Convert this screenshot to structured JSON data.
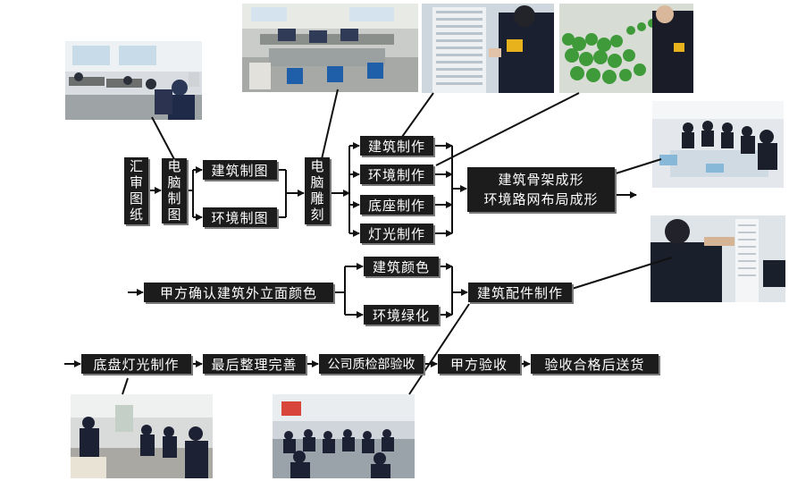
{
  "nodes": {
    "review": "汇审图纸",
    "cad": "电脑制图",
    "arch_draw": "建筑制图",
    "env_draw": "环境制图",
    "engrave": "电脑雕刻",
    "arch_make": "建筑制作",
    "env_make": "环境制作",
    "base_make": "底座制作",
    "light_make": "灯光制作",
    "skeleton_line1": "建筑骨架成形",
    "skeleton_line2": "环境路网布局成形",
    "client_confirm": "甲方确认建筑外立面颜色",
    "arch_color": "建筑颜色",
    "env_green": "环境绿化",
    "parts_make": "建筑配件制作",
    "chassis_light": "底盘灯光制作",
    "final_polish": "最后整理完善",
    "qc_check": "公司质检部验收",
    "client_accept": "甲方验收",
    "delivery": "验收合格后送货"
  },
  "photos": {
    "office_cad": "computer-room-photo",
    "workshop": "workshop-photo",
    "building_model": "building-model-photo",
    "tree_model": "greenery-model-photo",
    "team_table": "assembly-team-photo",
    "tower_parts": "tower-parts-photo",
    "bench_work": "workbench-photo",
    "hall": "production-hall-photo"
  },
  "colors": {
    "box_bg": "#1c1c1c",
    "box_text": "#ffffff",
    "line": "#111111"
  }
}
